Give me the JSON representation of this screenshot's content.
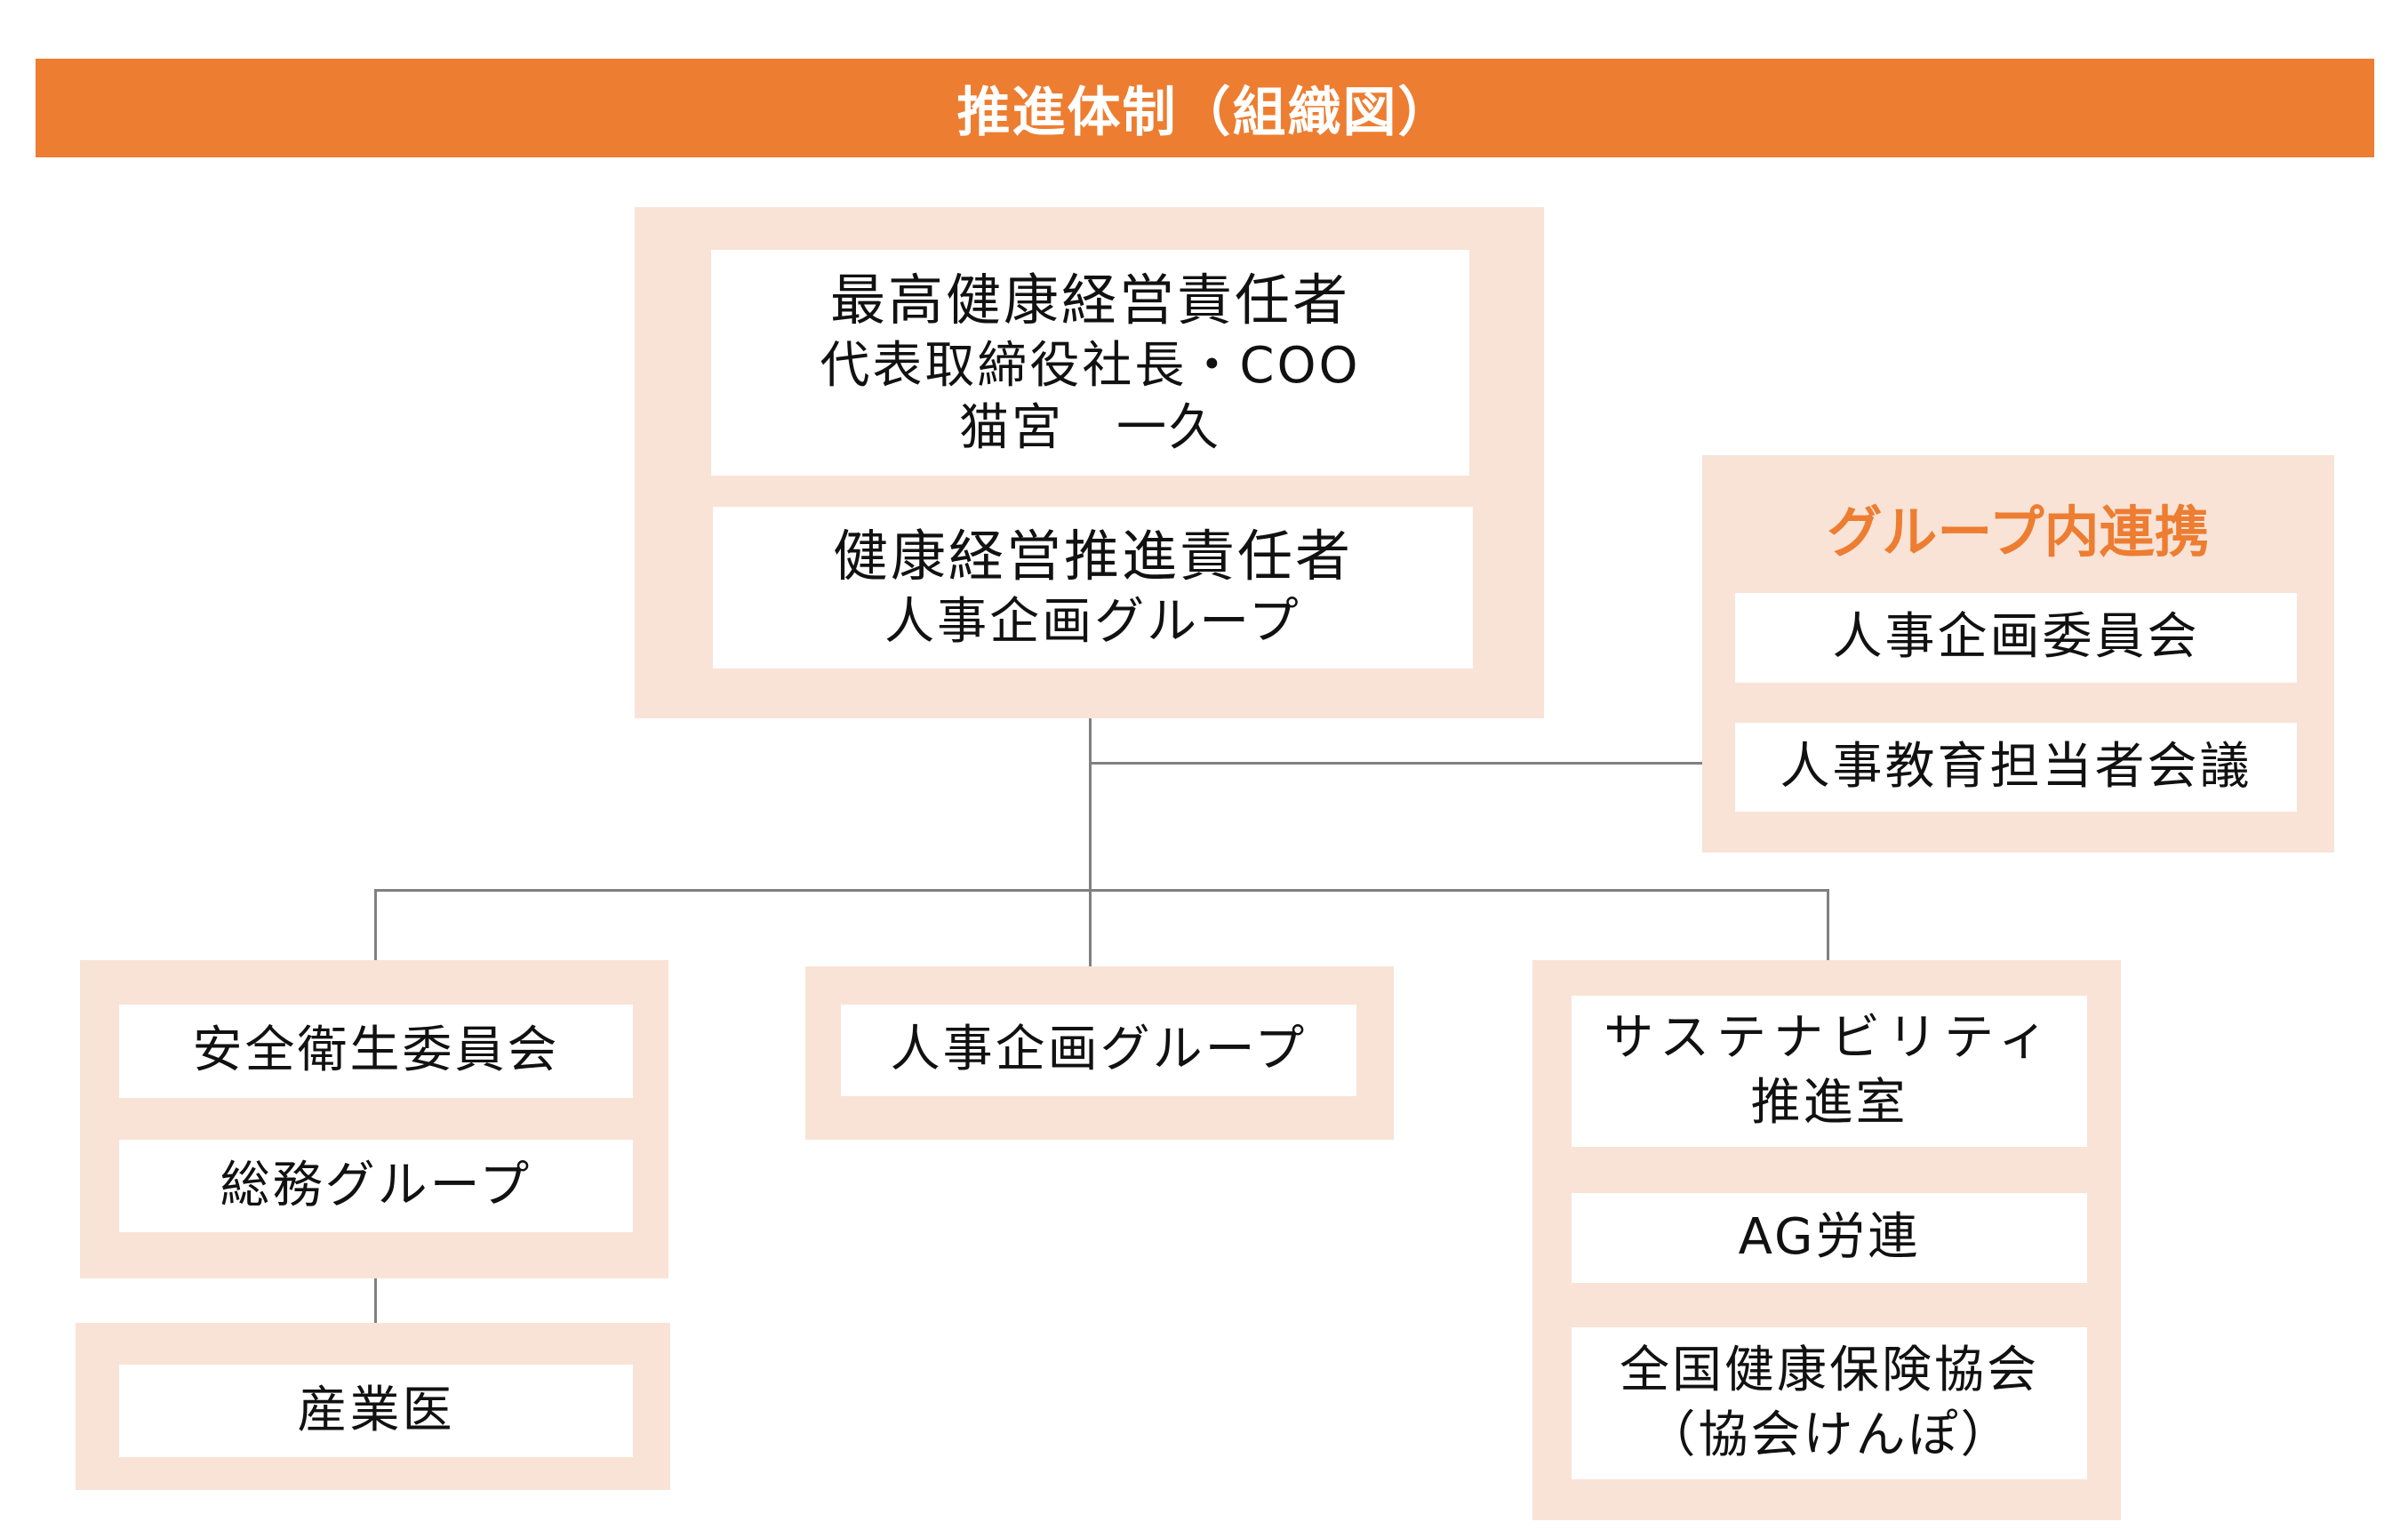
{
  "header": {
    "title": "推進体制（組織図）"
  },
  "top": {
    "chief": {
      "line1": "最高健康経営責任者",
      "line2": "代表取締役社長・COO",
      "line3": "猫宮　一久"
    },
    "promoter": {
      "line1": "健康経営推進責任者",
      "line2": "人事企画グループ"
    }
  },
  "group_collab": {
    "title": "グループ内連携",
    "items": [
      "人事企画委員会",
      "人事教育担当者会議"
    ]
  },
  "left": {
    "items": [
      "安全衛生委員会",
      "総務グループ"
    ],
    "doctor": "産業医"
  },
  "middle": {
    "item": "人事企画グループ"
  },
  "right": {
    "sustainability": {
      "line1": "サステナビリティ",
      "line2": "推進室"
    },
    "union": "AG労連",
    "kenpo": {
      "line1": "全国健康保険協会",
      "line2": "（協会けんぽ）"
    }
  },
  "colors": {
    "accent": "#ED7D31",
    "box_bg": "#F9E3D6",
    "connector": "#808080"
  }
}
